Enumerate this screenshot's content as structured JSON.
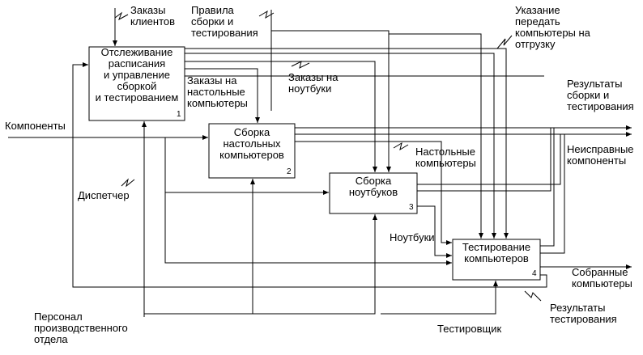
{
  "colors": {
    "background": "#ffffff",
    "ink": "#000000"
  },
  "boxes": [
    {
      "id": "1",
      "title": "Отслеживание\nрасписания\nи управление\nсборкой\nи тестированием",
      "number": "1"
    },
    {
      "id": "2",
      "title": "Сборка\nнастольных\nкомпьютеров",
      "number": "2"
    },
    {
      "id": "3",
      "title": "Сборка\nноутбуков",
      "number": "3"
    },
    {
      "id": "4",
      "title": "Тестирование\nкомпьютеров",
      "number": "4"
    }
  ],
  "labels": {
    "orders_clients": "Заказы\nклиентов",
    "rules": "Правила\nсборки и\nтестирования",
    "instruction": "Указание\nпередать\nкомпьютеры на\nотгрузку",
    "orders_desktop": "Заказы на\nнастольные\nкомпьютеры",
    "orders_laptop": "Заказы на\nноутбуки",
    "results_assembly": "Результаты\nсборки и\nтестирования",
    "components": "Компоненты",
    "desktops": "Настольные\nкомпьютеры",
    "faulty": "Неисправные\nкомпоненты",
    "dispatcher": "Диспетчер",
    "laptops": "Ноутбуки",
    "assembled": "Собранные\nкомпьютеры",
    "personnel": "Персонал\nпроизводственного\nотдела",
    "test_results": "Результаты\nтестирования",
    "tester": "Тестировщик"
  }
}
